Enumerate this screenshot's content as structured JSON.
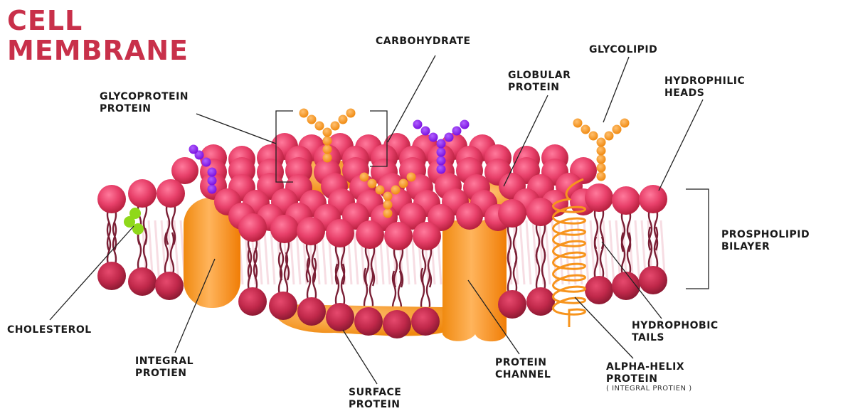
{
  "title": {
    "line1": "CELL",
    "line2": "MEMBRANE"
  },
  "labels": {
    "carbohydrate": "CARBOHYDRATE",
    "glycolipid": "GLYCOLIPID",
    "globular_protein": [
      "GLOBULAR",
      "PROTEIN"
    ],
    "hydrophilic_heads": [
      "HYDROPHILIC",
      "HEADS"
    ],
    "glycoprotein_protein": [
      "GLYCOPROTEIN",
      "PROTEIN"
    ],
    "phospholipid_bilayer": [
      "PROSPHOLIPID",
      "BILAYER"
    ],
    "cholesterol": "CHOLESTEROL",
    "hydrophobic_tails": [
      "HYDROPHOBIC",
      "TAILS"
    ],
    "integral_protein": [
      "INTEGRAL",
      "PROTIEN"
    ],
    "protein_channel": [
      "PROTEIN",
      "CHANNEL"
    ],
    "alpha_helix_protein": [
      "ALPHA-HELIX",
      "PROTEIN"
    ],
    "alpha_helix_note": "( INTEGRAL PROTIEN )",
    "surface_protein": [
      "SURFACE",
      "PROTEIN"
    ]
  },
  "colors": {
    "title": "#c8304a",
    "head_top": "#e8406a",
    "head_dark": "#b8203f",
    "tail": "#7a1f35",
    "protein": "#f7941d",
    "protein_light": "#ffb45c",
    "carb_purple": "#8b1ef0",
    "cholesterol": "#8fd81a",
    "leader_line": "#222222"
  }
}
